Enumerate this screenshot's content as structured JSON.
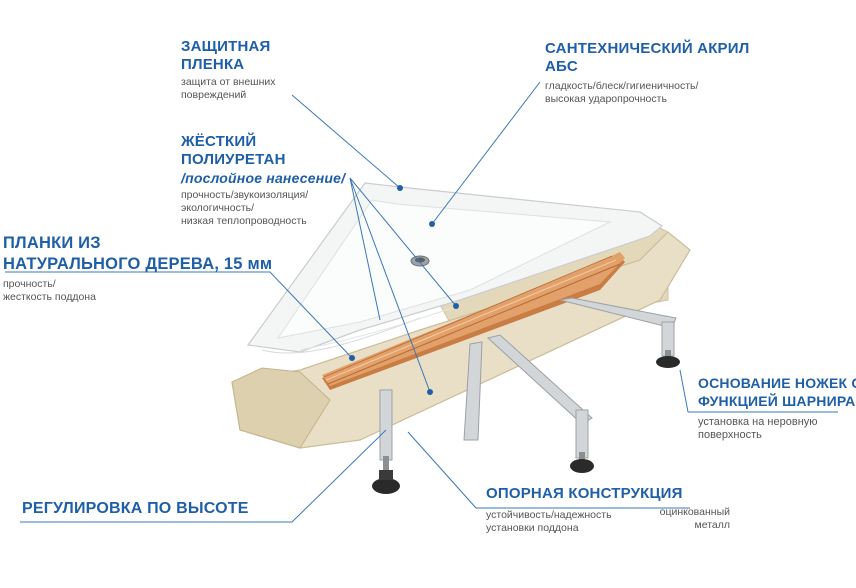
{
  "colors": {
    "accent": "#1f5fa8",
    "leader_line": "#3b78b8",
    "subtext": "#555555",
    "acrylic": "#f4f5f5",
    "polyurethane": "#e6dcc2",
    "wood": "#d9945a",
    "steel": "#d3d6d8",
    "foot": "#2a2a2a"
  },
  "callouts": {
    "protective_film": {
      "title": [
        "ЗАЩИТНАЯ",
        "ПЛЕНКА"
      ],
      "desc": [
        "защита от внешних",
        "повреждений"
      ]
    },
    "sanitary_acrylic": {
      "title": [
        "САНТЕХНИЧЕСКИЙ АКРИЛ",
        "АБС"
      ],
      "desc": [
        "гладкость/блеск/гигиеничность/",
        "высокая ударопрочность"
      ]
    },
    "rigid_polyurethane": {
      "title": [
        "ЖЁСТКИЙ",
        "ПОЛИУРЕТАН"
      ],
      "subtitle": "/послойное нанесение/",
      "desc": [
        "прочность/звукоизоляция/",
        "экологичность/",
        "низкая теплопроводность"
      ]
    },
    "wood_planks": {
      "title": [
        "ПЛАНКИ ИЗ",
        "НАТУРАЛЬНОГО ДЕРЕВА, 15 мм"
      ],
      "desc": [
        "прочность/",
        "жесткость поддона"
      ]
    },
    "hinged_feet": {
      "title": [
        "ОСНОВАНИЕ НОЖЕК С",
        "ФУНКЦИЕЙ ШАРНИРА"
      ],
      "desc": [
        "установка на неровную",
        "поверхность"
      ]
    },
    "height_adjustment": {
      "title": [
        "РЕГУЛИРОВКА ПО ВЫСОТЕ"
      ]
    },
    "support_structure": {
      "title": [
        "ОПОРНАЯ КОНСТРУКЦИЯ"
      ],
      "desc": [
        "устойчивость/надежность",
        "установки поддона"
      ],
      "extra": [
        "оцинкованный",
        "металл"
      ]
    }
  },
  "icons": [
    "shower-tray-illustration",
    "drain-icon",
    "adjustable-foot-icon"
  ]
}
